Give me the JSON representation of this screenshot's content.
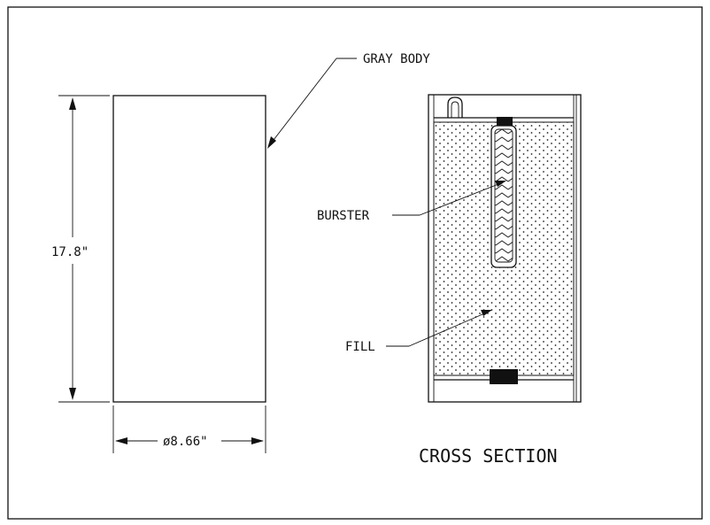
{
  "labels": {
    "body": "GRAY BODY",
    "height": "17.8\"",
    "diameter": "ø8.66\"",
    "burster": "BURSTER",
    "fill": "FILL",
    "section": "CROSS SECTION"
  },
  "colors": {
    "ink": "#111111",
    "paper": "#ffffff"
  }
}
